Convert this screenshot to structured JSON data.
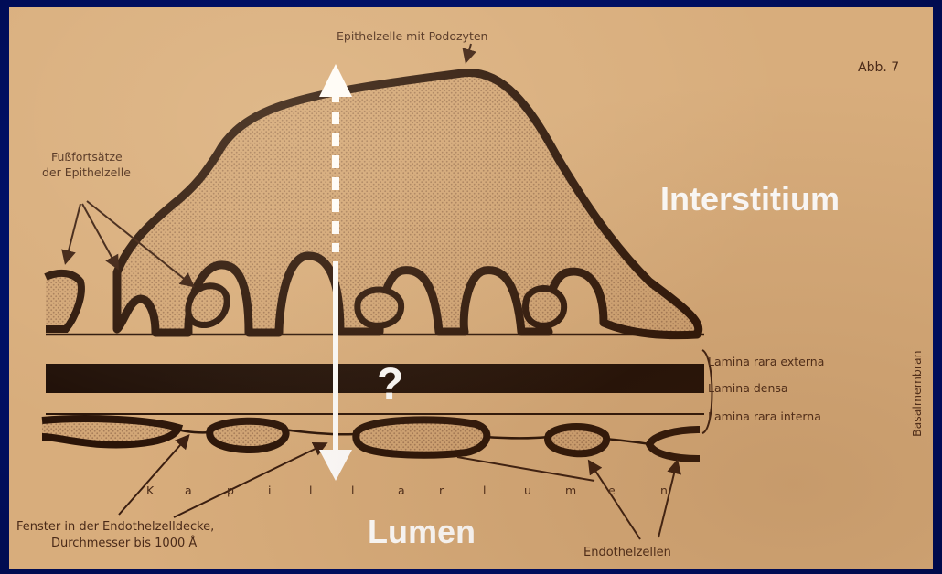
{
  "figure": {
    "caption": "Abb. 7",
    "title_label": "Epithelzelle mit Podozyten",
    "foot_process_label": [
      "Fußfortsätze",
      "der Epithelzelle"
    ],
    "layers": [
      "Lamina rara externa",
      "Lamina densa",
      "Lamina rara interna"
    ],
    "basement_membrane_label": "Basalmembran",
    "capillary_lumen_letters": [
      "K",
      "a",
      "p",
      "i",
      "l",
      "l",
      "a",
      "r",
      "l",
      "u",
      "m",
      "e",
      "n"
    ],
    "window_label": [
      "Fenster in der Endothelzelldecke,",
      "Durchmesser bis 1000 Å"
    ],
    "endothelial_label": "Endothelzellen"
  },
  "overlay": {
    "interstitium": "Interstitium",
    "lumen": "Lumen",
    "question": "?"
  },
  "colors": {
    "background": "#00126e",
    "paper": "#d8ad7c",
    "ink": "#2a1408",
    "overlay_text": "#ffffff"
  }
}
